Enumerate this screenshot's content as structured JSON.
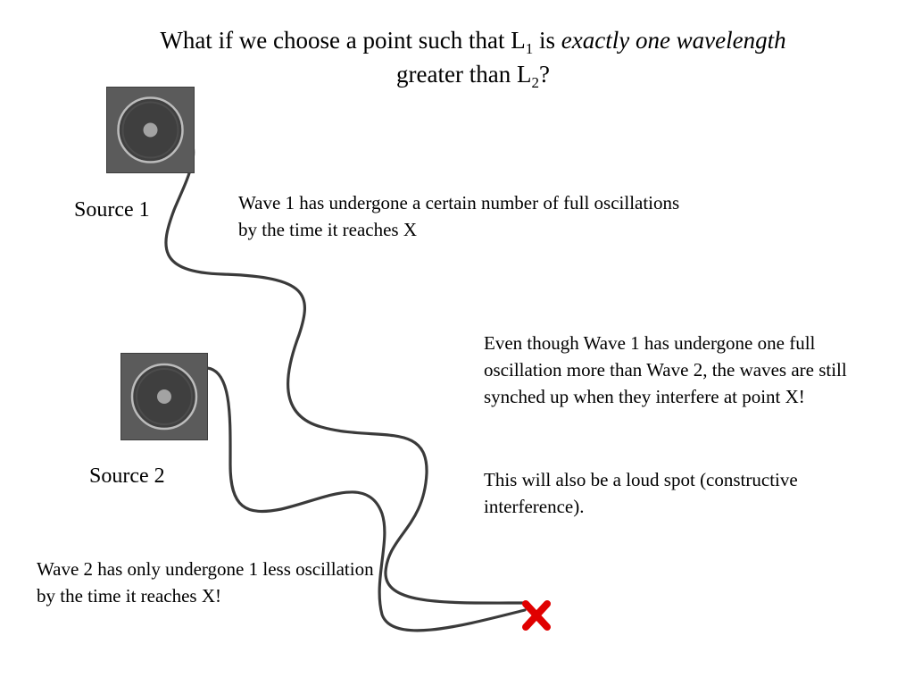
{
  "title": {
    "part1": "What if we choose a point such that L",
    "sub1": "1",
    "part2": " is ",
    "emphasis": "exactly one wavelength",
    "part3": "greater than L",
    "sub2": "2",
    "part4": "?"
  },
  "sources": {
    "source1_label": "Source 1",
    "source2_label": "Source 2"
  },
  "notes": {
    "wave1": "Wave 1 has undergone a certain number of full oscillations by the time it reaches X",
    "explanation_1": "Even though Wave 1 has undergone one full oscillation more than Wave 2, the waves are still synched up when they interfere at point X!",
    "explanation_2": "This will also be a loud spot (constructive interference).",
    "wave2": "Wave 2 has only undergone 1 less oscillation by the time it reaches X!"
  },
  "icons": {
    "speaker": "speaker-icon",
    "point_x": "red-x-icon"
  },
  "colors": {
    "speaker_body": "#5b5b5b",
    "wave": "#3a3a3a",
    "point_x": "#e00000"
  }
}
